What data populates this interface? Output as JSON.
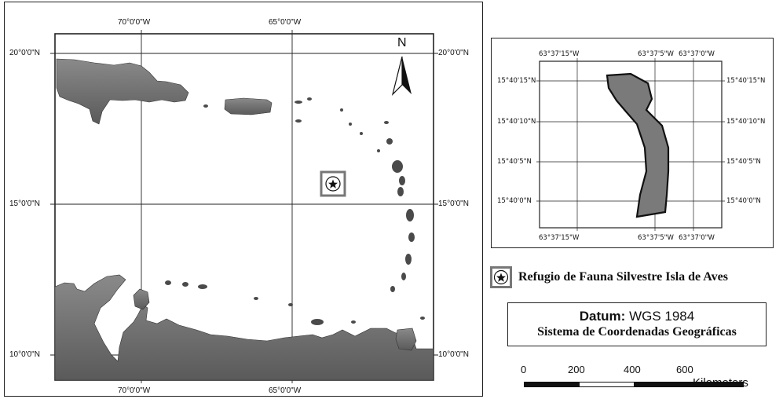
{
  "main_map": {
    "lon_labels": [
      "70°0'0\"W",
      "65°0'0\"W"
    ],
    "lat_labels": [
      "20°0'0\"N",
      "15°0'0\"N",
      "10°0'0\"N"
    ],
    "north_label": "N"
  },
  "inset_map": {
    "lon_top": [
      "63°37'15\"W",
      "63°37'5\"W",
      "63°37'0\"W"
    ],
    "lon_bottom": [
      "63°37'15\"W",
      "63°37'5\"W",
      "63°37'0\"W"
    ],
    "lat_left": [
      "15°40'15\"N",
      "15°40'10\"N",
      "15°40'5\"N",
      "15°40'0\"N"
    ],
    "lat_right": [
      "15°40'15\"N",
      "15°40'10\"N",
      "15°40'5\"N",
      "15°40'0\"N"
    ]
  },
  "legend": {
    "marker_icon": "star-in-circle-icon",
    "label": "Refugio de Fauna Silvestre Isla de Aves"
  },
  "datum": {
    "key": "Datum:",
    "value": "WGS 1984",
    "system": "Sistema de Coordenadas Geográficas"
  },
  "scale": {
    "ticks": [
      "0",
      "200",
      "400",
      "600"
    ],
    "unit": "Kilometers"
  },
  "colors": {
    "land_dark": "#4a4a4a",
    "land_mid": "#7a7a7a",
    "frame": "#222222",
    "marker_border": "#777777"
  }
}
